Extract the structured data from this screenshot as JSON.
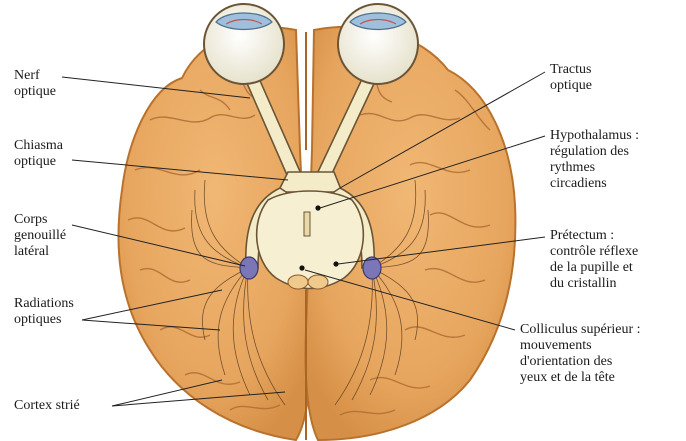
{
  "labels": {
    "nerf_optique": "Nerf\noptique",
    "chiasma_optique": "Chiasma\noptique",
    "corps_genouille": "Corps\ngenouillé\nlatéral",
    "radiations_optiques": "Radiations\noptiques",
    "cortex_strie": "Cortex strié",
    "tractus_optique": "Tractus\noptique",
    "hypothalamus": "Hypothalamus :\nrégulation des\nrythmes\ncircadiens",
    "pretectum": "Prétectum :\ncontrôle réflexe\nde la pupille et\ndu cristallin",
    "colliculus": "Colliculus supérieur :\nmouvements\nd'orientation des\nyeux et de la tête"
  },
  "colors": {
    "brain": "#e7a65f",
    "brain_edge": "#b9722d",
    "sulcus": "#b06e33",
    "tract": "#f4ecc9",
    "tract_edge": "#6b5536",
    "nucleus": "#7b76b8",
    "leader": "#222222"
  }
}
